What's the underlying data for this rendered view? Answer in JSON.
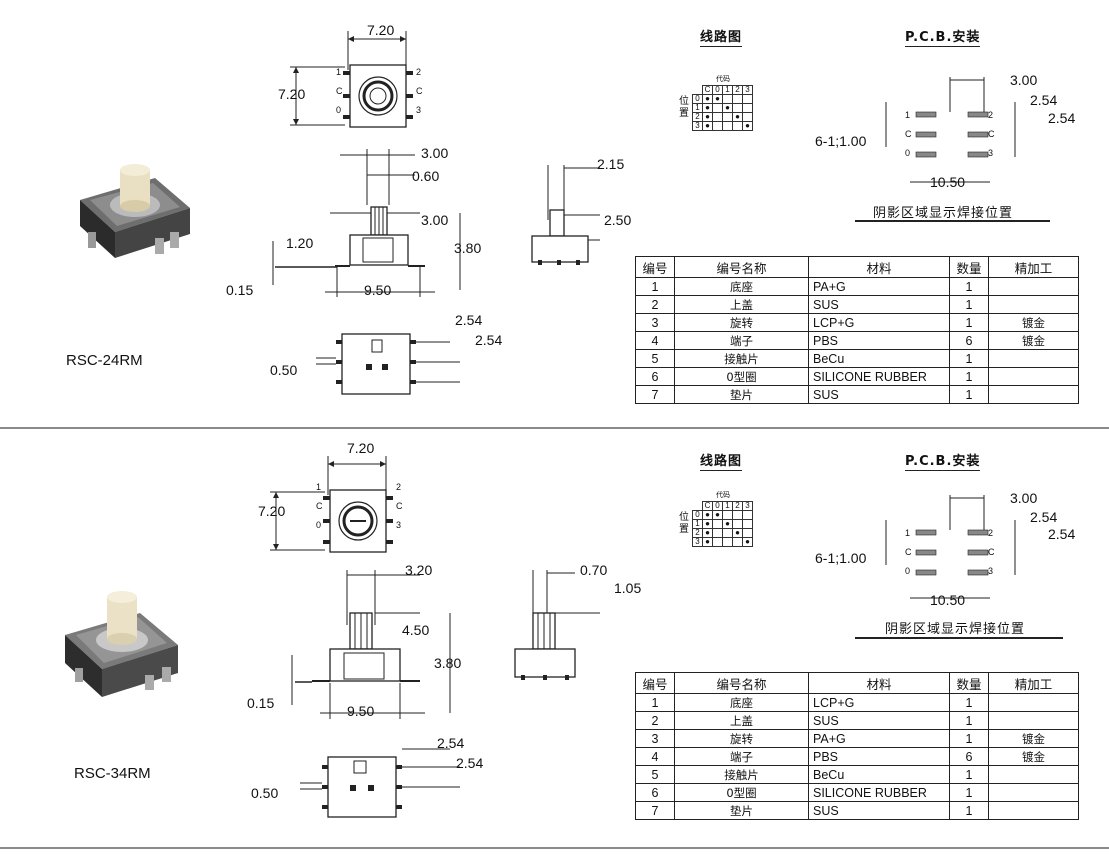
{
  "sections": [
    {
      "model": "RSC-24RM",
      "top_view": {
        "width": "7.20",
        "height": "7.20",
        "pins_right": [
          "2",
          "C",
          "3"
        ],
        "pins_left": [
          "1",
          "C",
          "0"
        ]
      },
      "front_view": {
        "d1": "3.00",
        "d2": "0.60",
        "d3": "3.00",
        "d4": "1.20",
        "d5": "3.80",
        "d6": "0.15",
        "d7": "9.50"
      },
      "side_view": {
        "d1": "2.15",
        "d2": "2.50"
      },
      "bottom_view": {
        "d1": "2.54",
        "d2": "2.54",
        "d3": "0.50"
      },
      "circuit": {
        "title": "线路图",
        "code_label": "代码",
        "pos_label": "位置",
        "header": [
          "C",
          "0",
          "1",
          "2",
          "3"
        ],
        "rows": [
          [
            "0",
            "●",
            "●",
            "",
            "",
            ""
          ],
          [
            "1",
            "●",
            "",
            "●",
            "",
            ""
          ],
          [
            "2",
            "●",
            "",
            "",
            "●",
            ""
          ],
          [
            "3",
            "●",
            "",
            "",
            "",
            "●"
          ]
        ]
      },
      "pcb": {
        "title": "P.C.B.安装",
        "d_300": "3.00",
        "d_254a": "2.54",
        "d_254b": "2.54",
        "d_hole": "6-1;1.00",
        "d_1050": "10.50",
        "pins_left": [
          "1",
          "C",
          "0"
        ],
        "pins_right": [
          "2",
          "C",
          "3"
        ],
        "note": "阴影区域显示焊接位置"
      },
      "bom": {
        "headers": [
          "编号",
          "编号名称",
          "材料",
          "数量",
          "精加工"
        ],
        "rows": [
          [
            "1",
            "底座",
            "PA+G",
            "1",
            ""
          ],
          [
            "2",
            "上盖",
            "SUS",
            "1",
            ""
          ],
          [
            "3",
            "旋转",
            "LCP+G",
            "1",
            "镀金"
          ],
          [
            "4",
            "端子",
            "PBS",
            "6",
            "镀金"
          ],
          [
            "5",
            "接触片",
            "BeCu",
            "1",
            ""
          ],
          [
            "6",
            "0型圈",
            "SILICONE RUBBER",
            "1",
            ""
          ],
          [
            "7",
            "垫片",
            "SUS",
            "1",
            ""
          ]
        ]
      }
    },
    {
      "model": "RSC-34RM",
      "top_view": {
        "width": "7.20",
        "height": "7.20",
        "pins_right": [
          "2",
          "C",
          "3"
        ],
        "pins_left": [
          "1",
          "C",
          "0"
        ]
      },
      "front_view": {
        "d1": "3.20",
        "d2": "4.50",
        "d3": "3.80",
        "d4": "0.15",
        "d5": "9.50"
      },
      "side_view": {
        "d1": "0.70",
        "d2": "1.05"
      },
      "bottom_view": {
        "d1": "2.54",
        "d2": "2.54",
        "d3": "0.50"
      },
      "circuit": {
        "title": "线路图",
        "code_label": "代码",
        "pos_label": "位置",
        "header": [
          "C",
          "0",
          "1",
          "2",
          "3"
        ],
        "rows": [
          [
            "0",
            "●",
            "●",
            "",
            "",
            ""
          ],
          [
            "1",
            "●",
            "",
            "●",
            "",
            ""
          ],
          [
            "2",
            "●",
            "",
            "",
            "●",
            ""
          ],
          [
            "3",
            "●",
            "",
            "",
            "",
            "●"
          ]
        ]
      },
      "pcb": {
        "title": "P.C.B.安装",
        "d_300": "3.00",
        "d_254a": "2.54",
        "d_254b": "2.54",
        "d_hole": "6-1;1.00",
        "d_1050": "10.50",
        "pins_left": [
          "1",
          "C",
          "0"
        ],
        "pins_right": [
          "2",
          "C",
          "3"
        ],
        "note": "阴影区域显示焊接位置"
      },
      "bom": {
        "headers": [
          "编号",
          "编号名称",
          "材料",
          "数量",
          "精加工"
        ],
        "rows": [
          [
            "1",
            "底座",
            "LCP+G",
            "1",
            ""
          ],
          [
            "2",
            "上盖",
            "SUS",
            "1",
            ""
          ],
          [
            "3",
            "旋转",
            "PA+G",
            "1",
            "镀金"
          ],
          [
            "4",
            "端子",
            "PBS",
            "6",
            "镀金"
          ],
          [
            "5",
            "接触片",
            "BeCu",
            "1",
            ""
          ],
          [
            "6",
            "0型圈",
            "SILICONE RUBBER",
            "1",
            ""
          ],
          [
            "7",
            "垫片",
            "SUS",
            "1",
            ""
          ]
        ]
      }
    }
  ]
}
